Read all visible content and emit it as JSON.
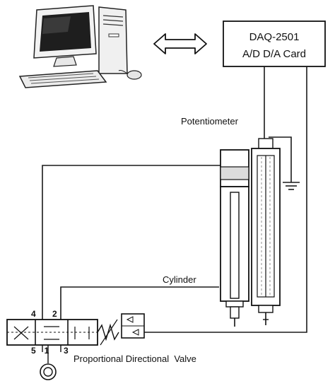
{
  "daq_box": {
    "line1": "DAQ-2501",
    "line2": "A/D D/A Card"
  },
  "labels": {
    "potentiometer": "Potentiometer",
    "cylinder": "Cylinder",
    "valve": "Proportional Directional  Valve"
  },
  "port_numbers": {
    "p4": "4",
    "p2": "2",
    "p5": "5",
    "p1": "1",
    "p3": "3"
  },
  "colors": {
    "line": "#1a1a1a",
    "monitor_screen": "#1e1e1e",
    "background": "#ffffff"
  }
}
